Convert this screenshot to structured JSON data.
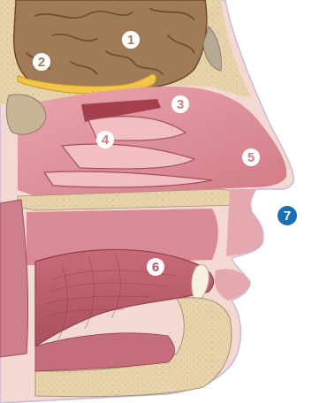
{
  "labels": [
    {
      "id": "1",
      "text": "1"
    },
    {
      "id": "2",
      "text": "2"
    },
    {
      "id": "3",
      "text": "3"
    },
    {
      "id": "4",
      "text": "4"
    },
    {
      "id": "5",
      "text": "5"
    },
    {
      "id": "6",
      "text": "6"
    },
    {
      "id": "7",
      "text": "7"
    }
  ],
  "colors": {
    "brain": "#a17b57",
    "brain_dark": "#6e4a2c",
    "bone": "#e6d3ac",
    "bone_dot": "#c9b286",
    "mucosa": "#dc8f99",
    "mucosa_dark": "#a6505c",
    "mucosa_light": "#f0bec3",
    "skin": "#f4d9d3",
    "olfactory_bulb": "#f2c64b",
    "nerve_fibers": "#f0a030",
    "accent_marker": "#1a6fb5",
    "marker_white": "#ffffff"
  }
}
